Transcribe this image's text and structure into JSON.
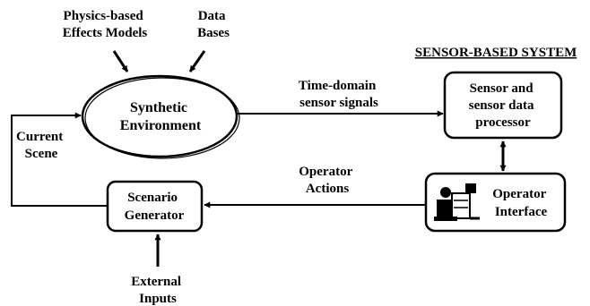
{
  "diagram": {
    "title": "SENSOR-BASED SYSTEM",
    "inputs": {
      "physics": [
        "Physics-based",
        "Effects Models"
      ],
      "databases": [
        "Data",
        "Bases"
      ],
      "external": [
        "External",
        "Inputs"
      ]
    },
    "nodes": {
      "synthetic_environment": [
        "Synthetic",
        "Environment"
      ],
      "sensor_processor": [
        "Sensor and",
        "sensor data",
        "processor"
      ],
      "operator_interface": [
        "Operator",
        "Interface"
      ],
      "scenario_generator": [
        "Scenario",
        "Generator"
      ]
    },
    "edges": {
      "time_domain": [
        "Time-domain",
        "sensor signals"
      ],
      "operator_actions": [
        "Operator",
        "Actions"
      ],
      "current_scene": [
        "Current",
        "Scene"
      ]
    },
    "icons": {
      "operator_icon": "operator-workstation-icon"
    }
  }
}
